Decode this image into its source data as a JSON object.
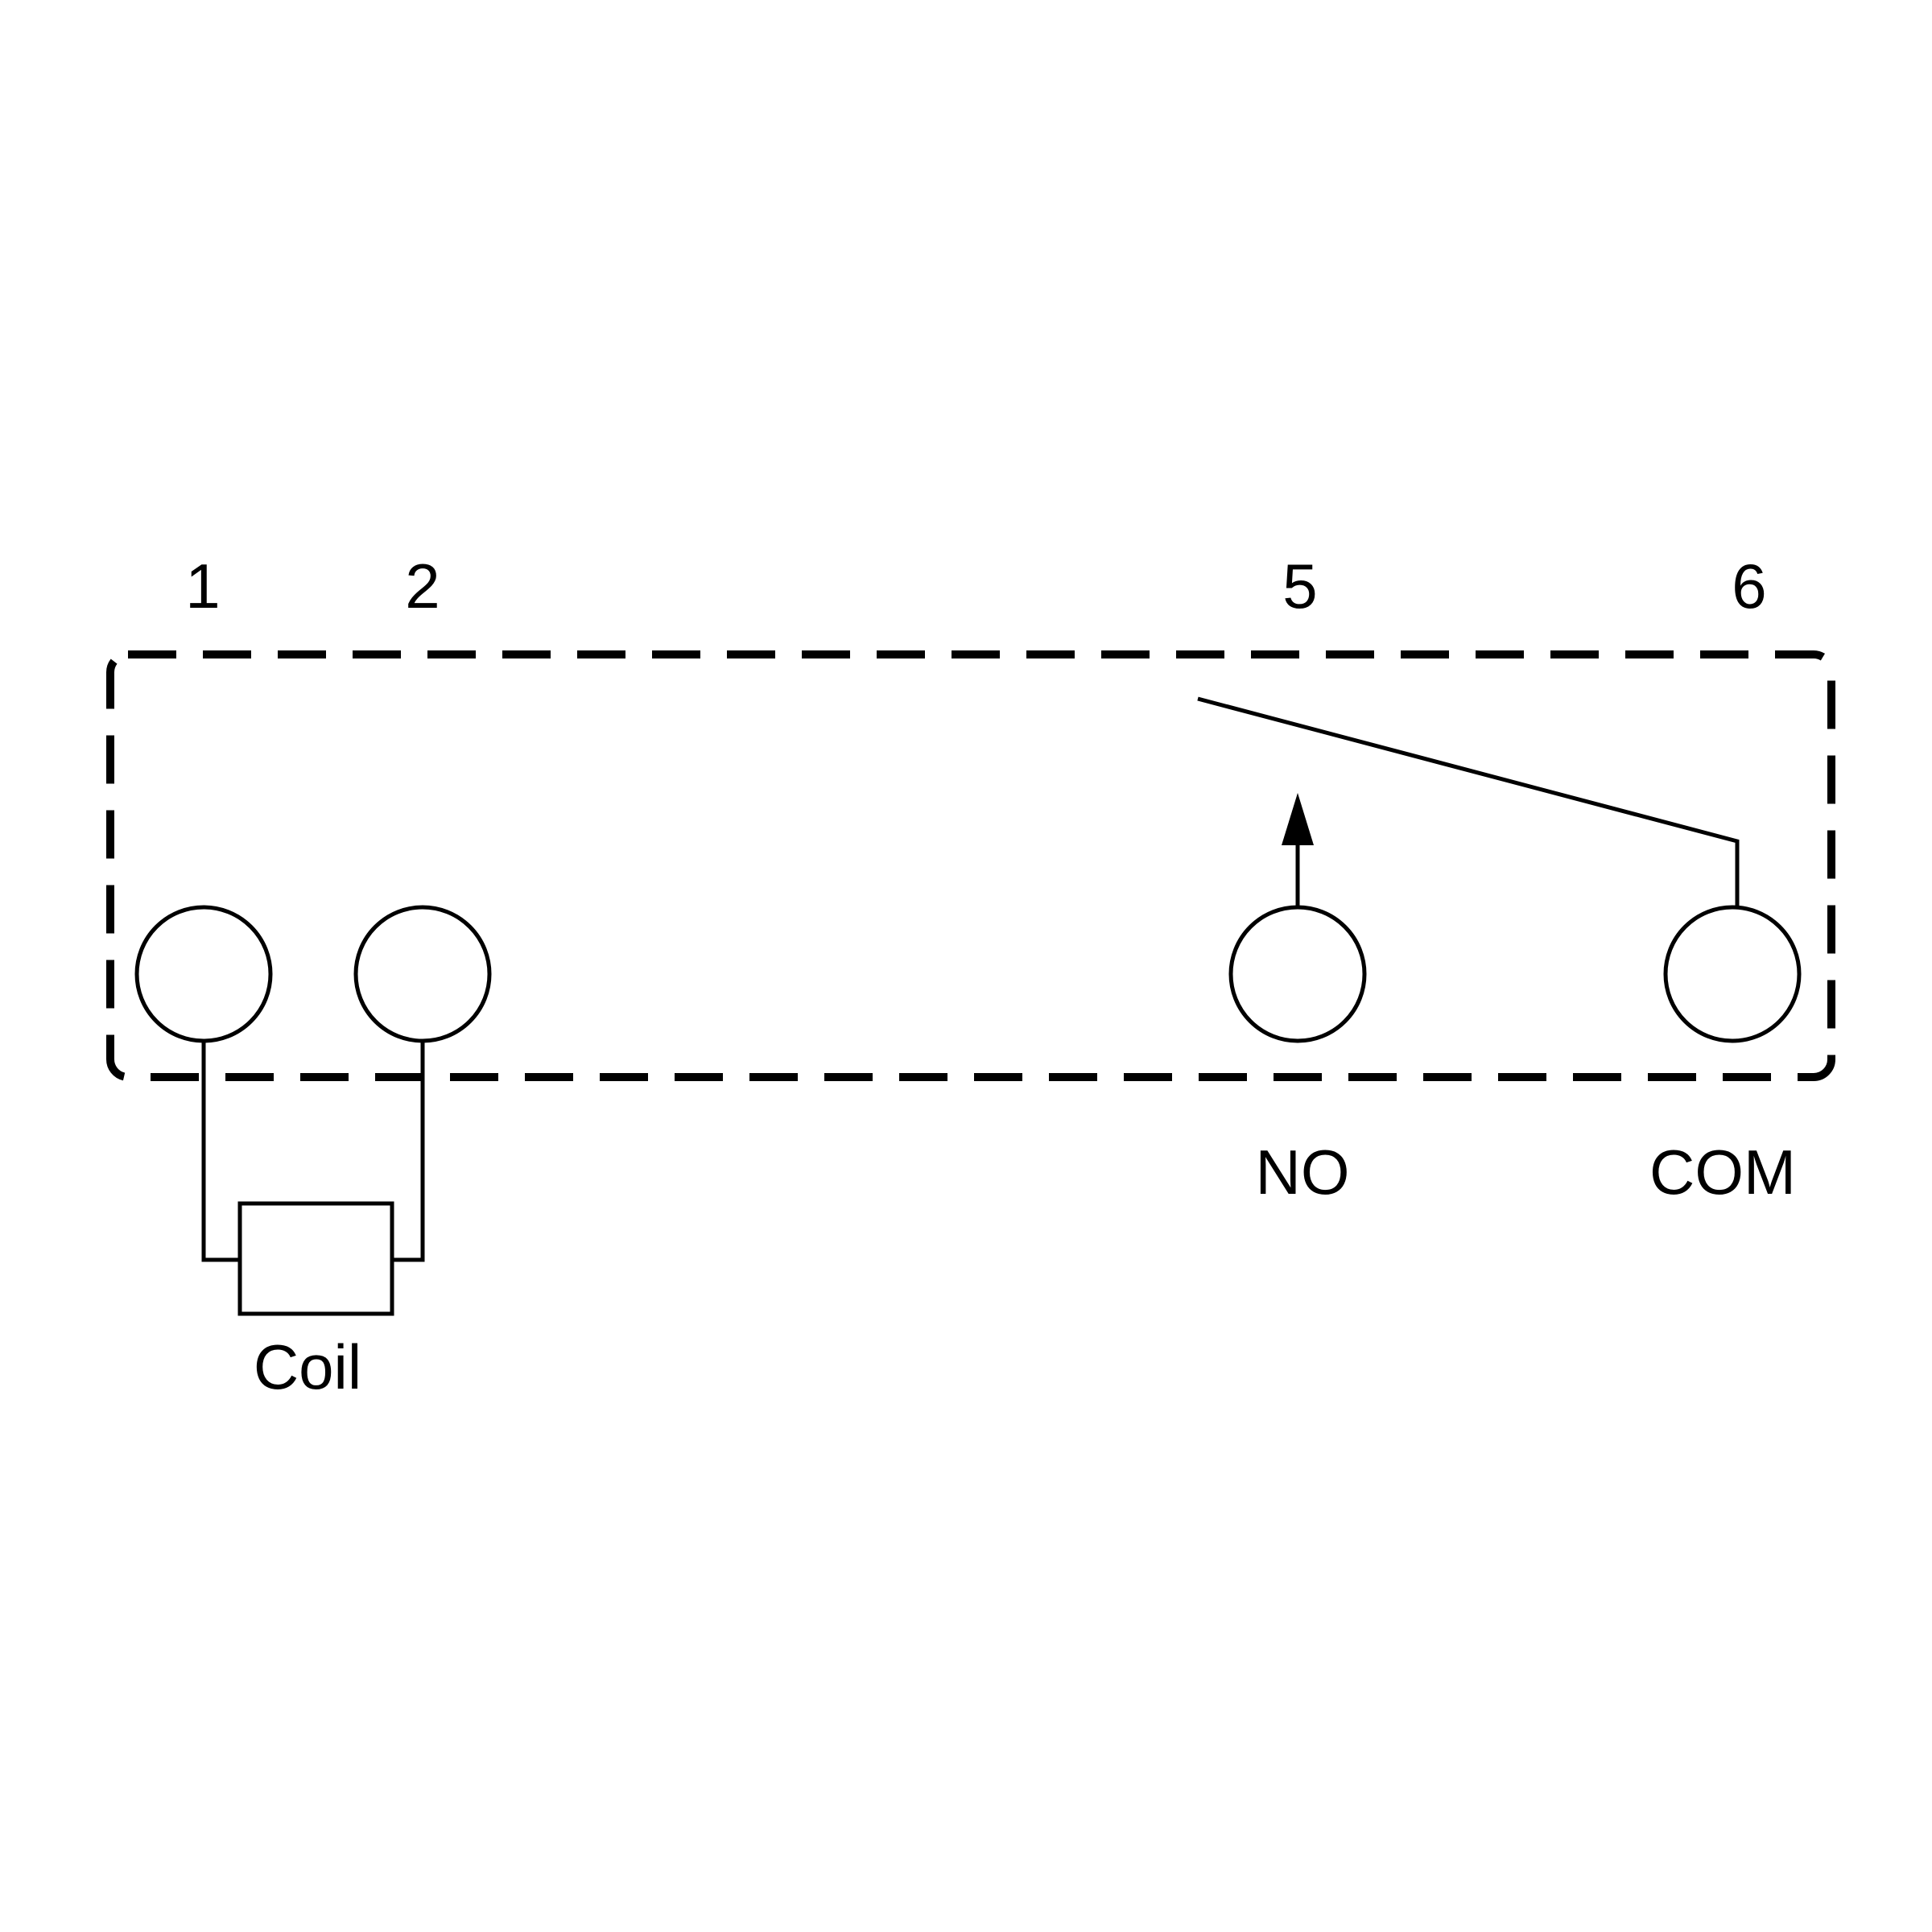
{
  "diagram": {
    "pins": {
      "pin1": "1",
      "pin2": "2",
      "pin5": "5",
      "pin6": "6"
    },
    "labels": {
      "coil": "Coil",
      "no": "NO",
      "com": "COM"
    },
    "colors": {
      "line": "#000000",
      "background": "#ffffff"
    }
  }
}
